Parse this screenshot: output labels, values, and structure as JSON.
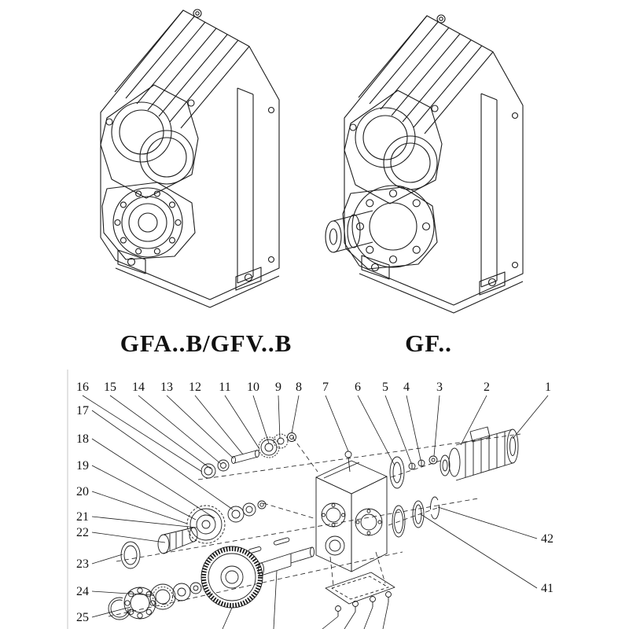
{
  "titles": {
    "left": "GFA..B/GFV..B",
    "right": "GF.."
  },
  "exploded": {
    "top_numbers": [
      "16",
      "15",
      "14",
      "13",
      "12",
      "11",
      "10",
      "9",
      "8",
      "7",
      "6",
      "5",
      "4",
      "3",
      "2",
      "1"
    ],
    "left_numbers": [
      "17",
      "18",
      "19",
      "20",
      "21",
      "22",
      "23",
      "24",
      "25"
    ],
    "right_numbers": [
      "42",
      "41"
    ]
  },
  "colors": {
    "line": "#1c1c1c",
    "page_edge": "#cccccc"
  }
}
